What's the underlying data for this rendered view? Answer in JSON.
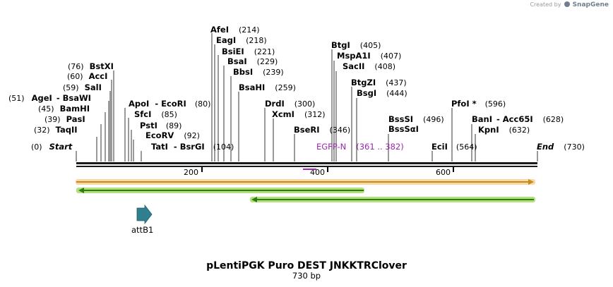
{
  "credit": {
    "prefix": "Created by",
    "brand": "SnapGene"
  },
  "map": {
    "title": "pLentiPGK Puro DEST JNKKTRClover",
    "length_label": "730 bp",
    "start_label": "Start",
    "start_pos": "(0)",
    "end_label": "End",
    "end_pos": "(730)",
    "ruler_ticks": [
      "200",
      "400",
      "600"
    ],
    "sites": [
      {
        "pos": "(51)",
        "name": "AgeI",
        "extra": "BsaWI"
      },
      {
        "pos": "(76)",
        "name": "BstXI"
      },
      {
        "pos": "(60)",
        "name": "AccI"
      },
      {
        "pos": "(59)",
        "name": "SalI"
      },
      {
        "pos": "(45)",
        "name": "BamHI"
      },
      {
        "pos": "(39)",
        "name": "PasI"
      },
      {
        "pos": "(32)",
        "name": "TaqII"
      },
      {
        "name": "ApoI",
        "extra": "EcoRI",
        "pos": "(80)"
      },
      {
        "name": "SfcI",
        "pos": "(85)"
      },
      {
        "name": "PstI",
        "pos": "(89)"
      },
      {
        "name": "EcoRV",
        "pos": "(92)"
      },
      {
        "name": "TatI",
        "extra": "BsrGI",
        "pos": "(104)"
      },
      {
        "name": "AfeI",
        "pos": "(214)"
      },
      {
        "name": "EagI",
        "pos": "(218)"
      },
      {
        "name": "BsiEI",
        "pos": "(221)"
      },
      {
        "name": "BsaI",
        "pos": "(229)"
      },
      {
        "name": "BbsI",
        "pos": "(239)"
      },
      {
        "name": "BsaHI",
        "pos": "(259)"
      },
      {
        "name": "DrdI",
        "pos": "(300)"
      },
      {
        "name": "XcmI",
        "pos": "(312)"
      },
      {
        "name": "BseRI",
        "pos": "(346)"
      },
      {
        "name": "BtgI",
        "pos": "(405)"
      },
      {
        "name": "MspA1I",
        "pos": "(407)"
      },
      {
        "name": "SacII",
        "pos": "(408)"
      },
      {
        "name": "BtgZI",
        "pos": "(437)"
      },
      {
        "name": "BsgI",
        "pos": "(444)"
      },
      {
        "name": "BssSI",
        "pos": "(496)"
      },
      {
        "name": "BssSαI"
      },
      {
        "name": "EciI",
        "pos": "(564)"
      },
      {
        "name": "PfoI *",
        "pos": "(596)"
      },
      {
        "name": "BanI",
        "extra": "Acc65I",
        "pos": "(628)"
      },
      {
        "name": "KpnI",
        "pos": "(632)"
      }
    ],
    "feature_label": "EGFP-N",
    "feature_range": "(361 .. 382)",
    "attb_label": "attB1",
    "colors": {
      "backbone": "#1a1a1a",
      "orange_arrow": "#c98a1a",
      "orange_halo": "#f6d9a8",
      "green_arrow": "#2e7d12",
      "green_halo": "#b4e07c",
      "feature": "#9c27b0",
      "attb": "#2f7f8f"
    },
    "icons": {
      "attb": "attb-arrow-icon"
    }
  }
}
